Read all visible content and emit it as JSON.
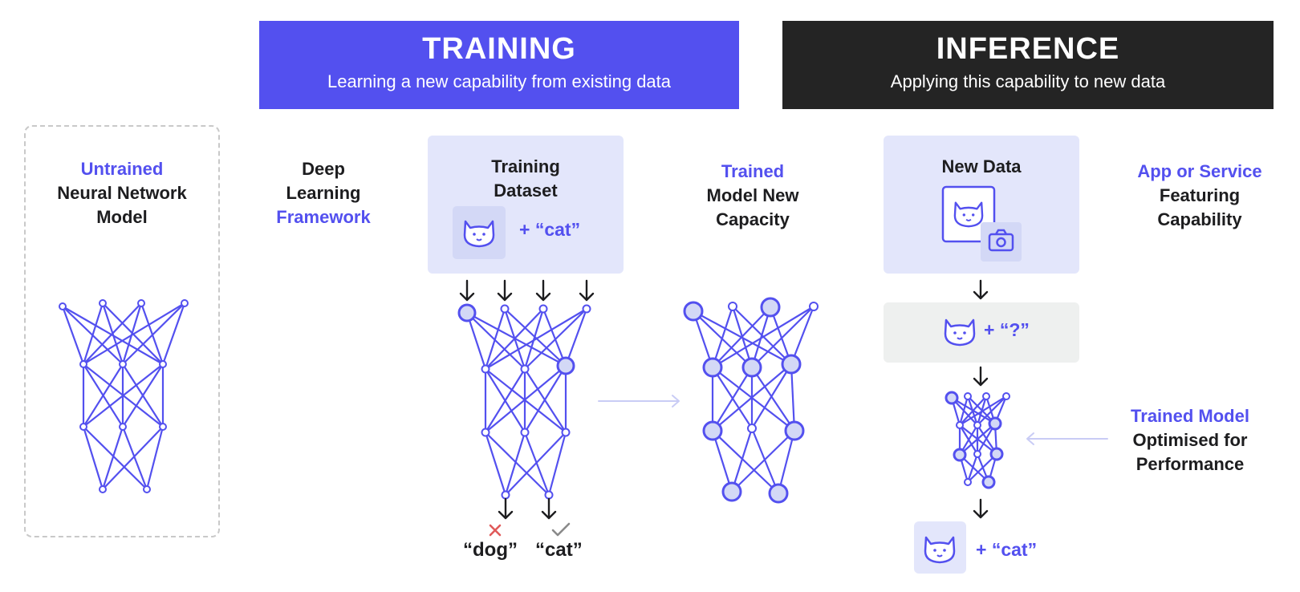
{
  "training": {
    "title": "TRAINING",
    "subtitle": "Learning a new capability from existing data",
    "color": "#5350ef"
  },
  "inference": {
    "title": "INFERENCE",
    "subtitle": "Applying this capability to new data",
    "color": "#242424"
  },
  "untrained": {
    "accent": "Untrained",
    "line1": "Neural Network",
    "line2": "Model"
  },
  "framework": {
    "line1": "Deep",
    "line2": "Learning",
    "accent": "Framework"
  },
  "dataset": {
    "line1": "Training",
    "line2": "Dataset",
    "tag": "+ “cat”"
  },
  "outputs": {
    "wrong": "“dog”",
    "right": "“cat”"
  },
  "trained": {
    "accent": "Trained",
    "line1": "Model New",
    "line2": "Capacity"
  },
  "new_data": {
    "title": "New Data",
    "query_tag": "+ “?”",
    "result_tag": "+ “cat”"
  },
  "app": {
    "accent": "App or Service",
    "line1": "Featuring",
    "line2": "Capability"
  },
  "optimised": {
    "accent": "Trained Model",
    "line1": "Optimised for",
    "line2": "Performance"
  },
  "icons": {
    "cat": "cat-face-icon",
    "camera": "camera-icon",
    "arrow": "down-arrow-icon",
    "cross": "cross-icon",
    "check": "check-icon"
  },
  "colors": {
    "accent": "#5350ef",
    "panel": "#e3e6fb",
    "grey_panel": "#eef0ef",
    "wrong": "#e05a5a",
    "right": "#8a8a8a"
  }
}
